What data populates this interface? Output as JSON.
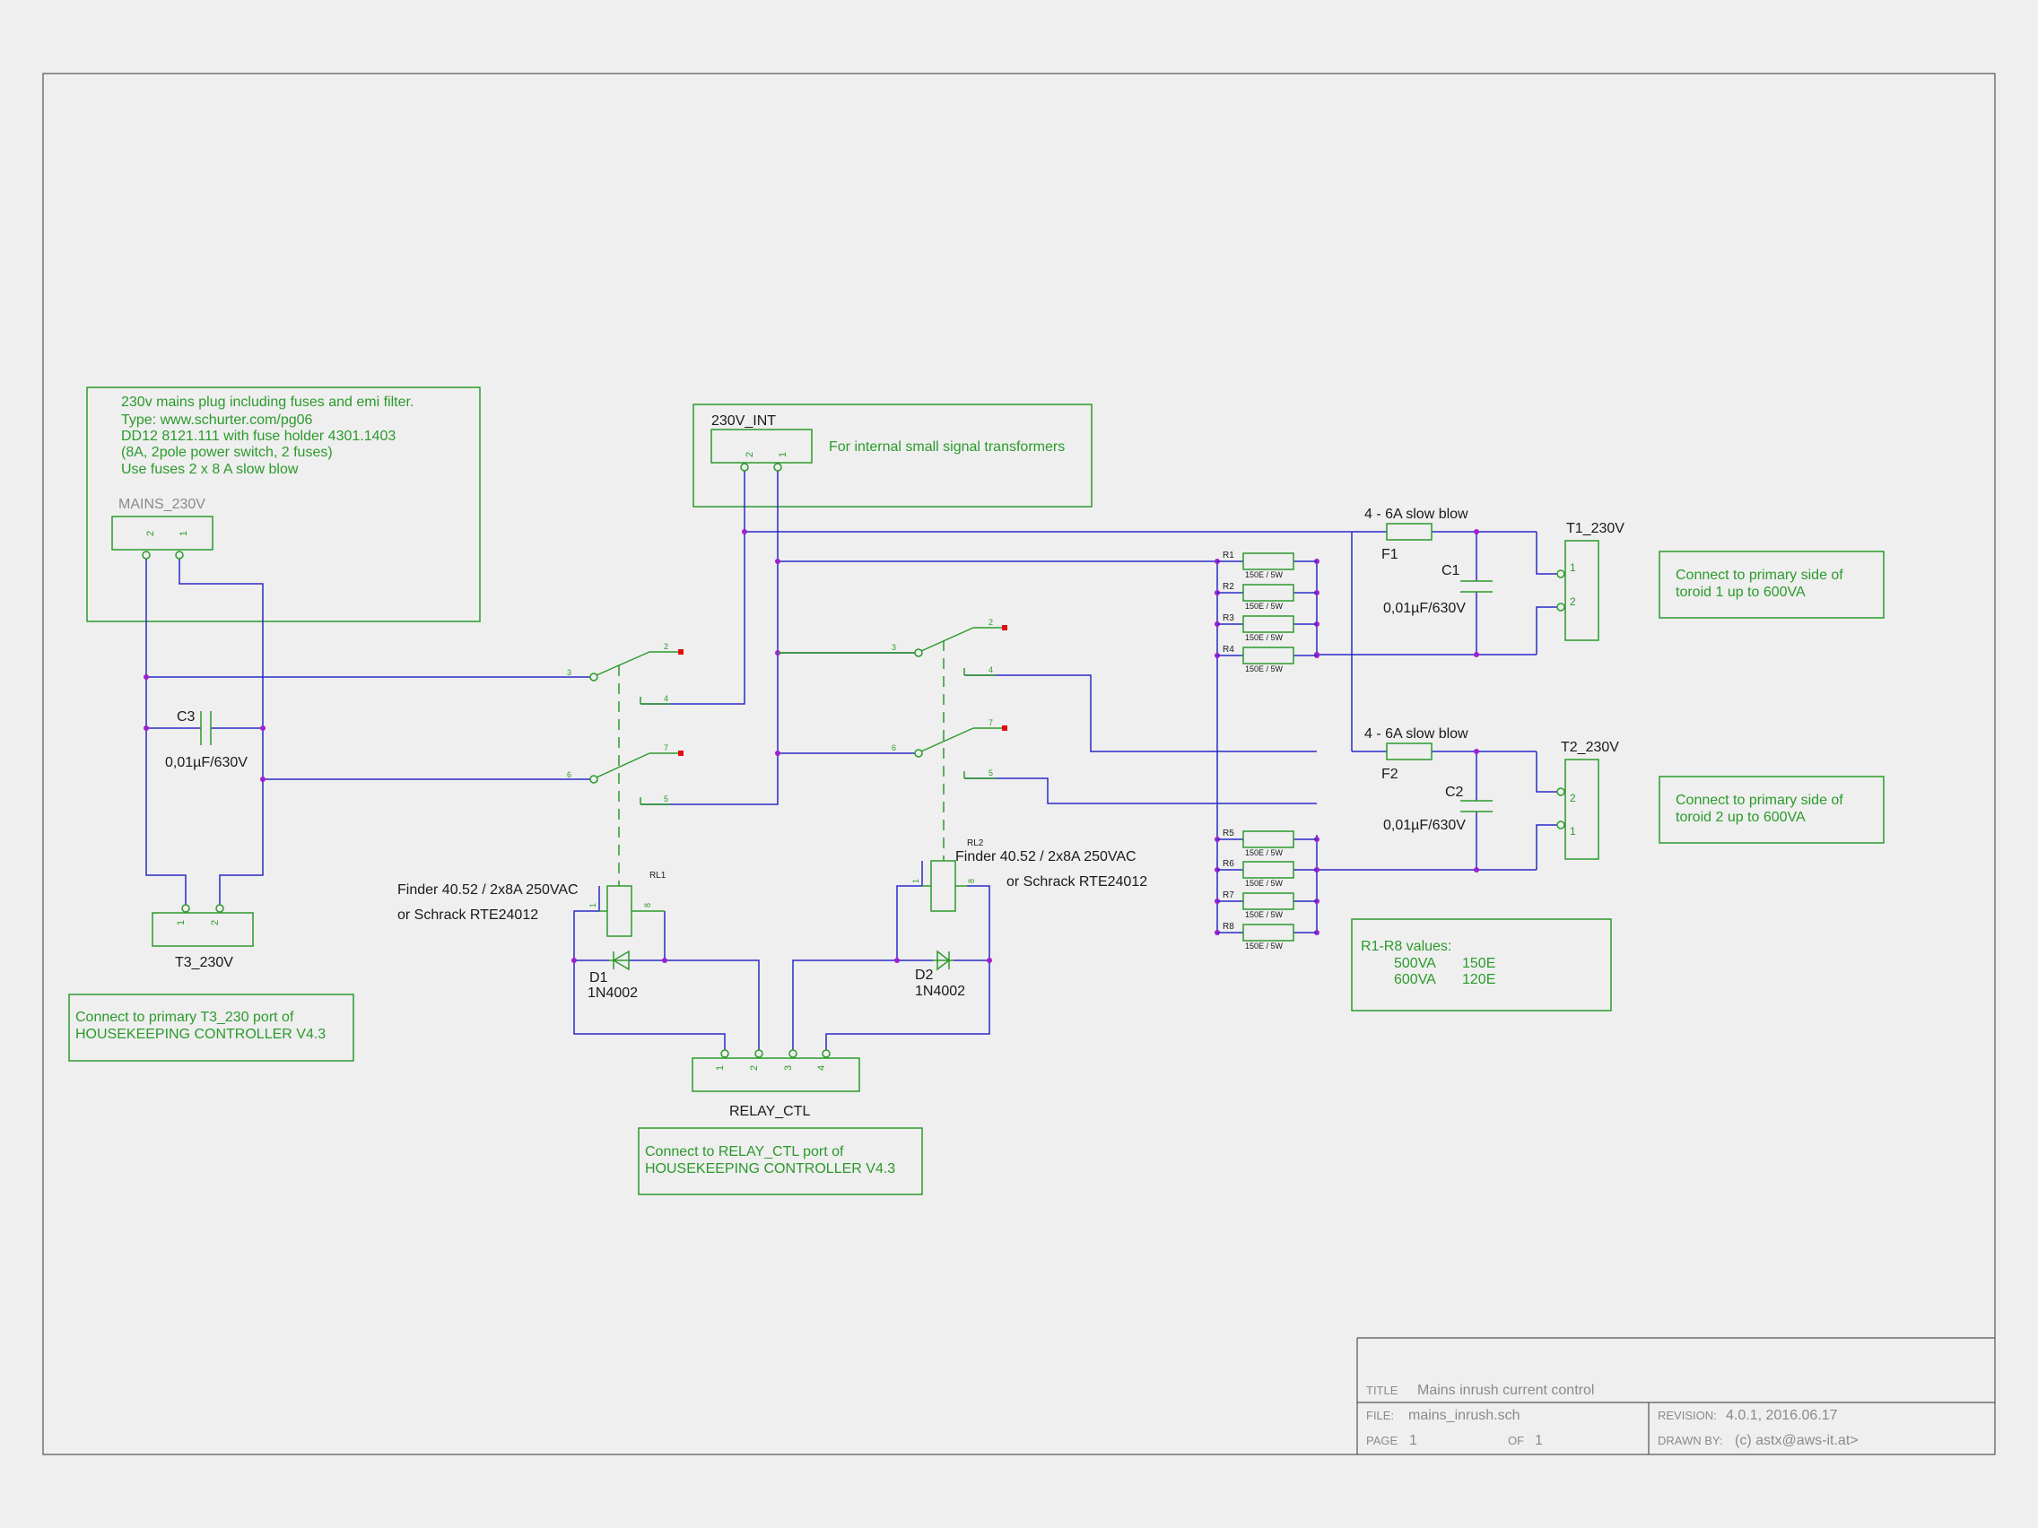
{
  "notes": {
    "mains": [
      "230v mains plug including fuses and emi filter.",
      "Type: www.schurter.com/pg06",
      "DD12 8121.111 with fuse holder 4301.1403",
      "(8A, 2pole power switch, 2 fuses)",
      "Use fuses 2 x 8 A slow blow"
    ],
    "internal": "For internal small signal transformers",
    "t1": [
      "Connect to primary side of",
      "toroid 1 up to 600VA"
    ],
    "t2": [
      "Connect to primary side of",
      "toroid 2 up to 600VA"
    ],
    "t3": [
      "Connect to primary T3_230 port of",
      "HOUSEKEEPING CONTROLLER V4.3"
    ],
    "relay": [
      "Connect to RELAY_CTL port of",
      "HOUSEKEEPING CONTROLLER V4.3"
    ],
    "rvalues": {
      "title": "R1-R8 values:",
      "rows": [
        [
          "500VA",
          "150E"
        ],
        [
          "600VA",
          "120E"
        ]
      ]
    }
  },
  "components": {
    "mains_conn": {
      "ref": "MAINS_230V",
      "pins": [
        "2",
        "1"
      ]
    },
    "int_conn": {
      "ref": "230V_INT",
      "pins": [
        "2",
        "1"
      ]
    },
    "t3_conn": {
      "ref": "T3_230V",
      "pins": [
        "1",
        "2"
      ]
    },
    "relay_conn": {
      "ref": "RELAY_CTL",
      "pins": [
        "1",
        "2",
        "3",
        "4"
      ]
    },
    "t1_conn": {
      "ref": "T1_230V",
      "pins": [
        "1",
        "2"
      ]
    },
    "t2_conn": {
      "ref": "T2_230V",
      "pins": [
        "2",
        "1"
      ]
    },
    "c3": {
      "ref": "C3",
      "value": "0,01µF/630V"
    },
    "c1": {
      "ref": "C1",
      "value": "0,01µF/630V"
    },
    "c2": {
      "ref": "C2",
      "value": "0,01µF/630V"
    },
    "f1": {
      "ref": "F1",
      "value": "4 - 6A slow blow"
    },
    "f2": {
      "ref": "F2",
      "value": "4 - 6A slow blow"
    },
    "rl1": {
      "ref": "RL1",
      "value": "Finder 40.52 / 2x8A 250VAC",
      "alt": "or Schrack RTE24012"
    },
    "rl2": {
      "ref": "RL2",
      "value": "Finder 40.52 / 2x8A 250VAC",
      "alt": "or Schrack RTE24012"
    },
    "d1": {
      "ref": "D1",
      "value": "1N4002"
    },
    "d2": {
      "ref": "D2",
      "value": "1N4002"
    },
    "resistors": [
      {
        "ref": "R1",
        "value": "150E / 5W"
      },
      {
        "ref": "R2",
        "value": "150E / 5W"
      },
      {
        "ref": "R3",
        "value": "150E / 5W"
      },
      {
        "ref": "R4",
        "value": "150E / 5W"
      },
      {
        "ref": "R5",
        "value": "150E / 5W"
      },
      {
        "ref": "R6",
        "value": "150E / 5W"
      },
      {
        "ref": "R7",
        "value": "150E / 5W"
      },
      {
        "ref": "R8",
        "value": "150E / 5W"
      }
    ],
    "rl_pins": {
      "coil_a": "1",
      "coil_b": "8",
      "p3": "3",
      "p2": "2",
      "p4": "4",
      "p6": "6",
      "p7": "7",
      "p5": "5"
    }
  },
  "title_block": {
    "title_label": "TITLE",
    "title": "Mains inrush current control",
    "file_label": "FILE:",
    "file": "mains_inrush.sch",
    "rev_label": "REVISION:",
    "revision": "4.0.1, 2016.06.17",
    "page_label": "PAGE",
    "page": "1",
    "of_label": "OF",
    "of": "1",
    "drawn_label": "DRAWN BY:",
    "drawn_by": "(c) astx@aws-it.at>"
  },
  "colors": {
    "wire": "#2a2ac8",
    "component": "#2b9a2b",
    "junction": "#a020d0",
    "open_pin": "#e01010",
    "background": "#efefef"
  }
}
